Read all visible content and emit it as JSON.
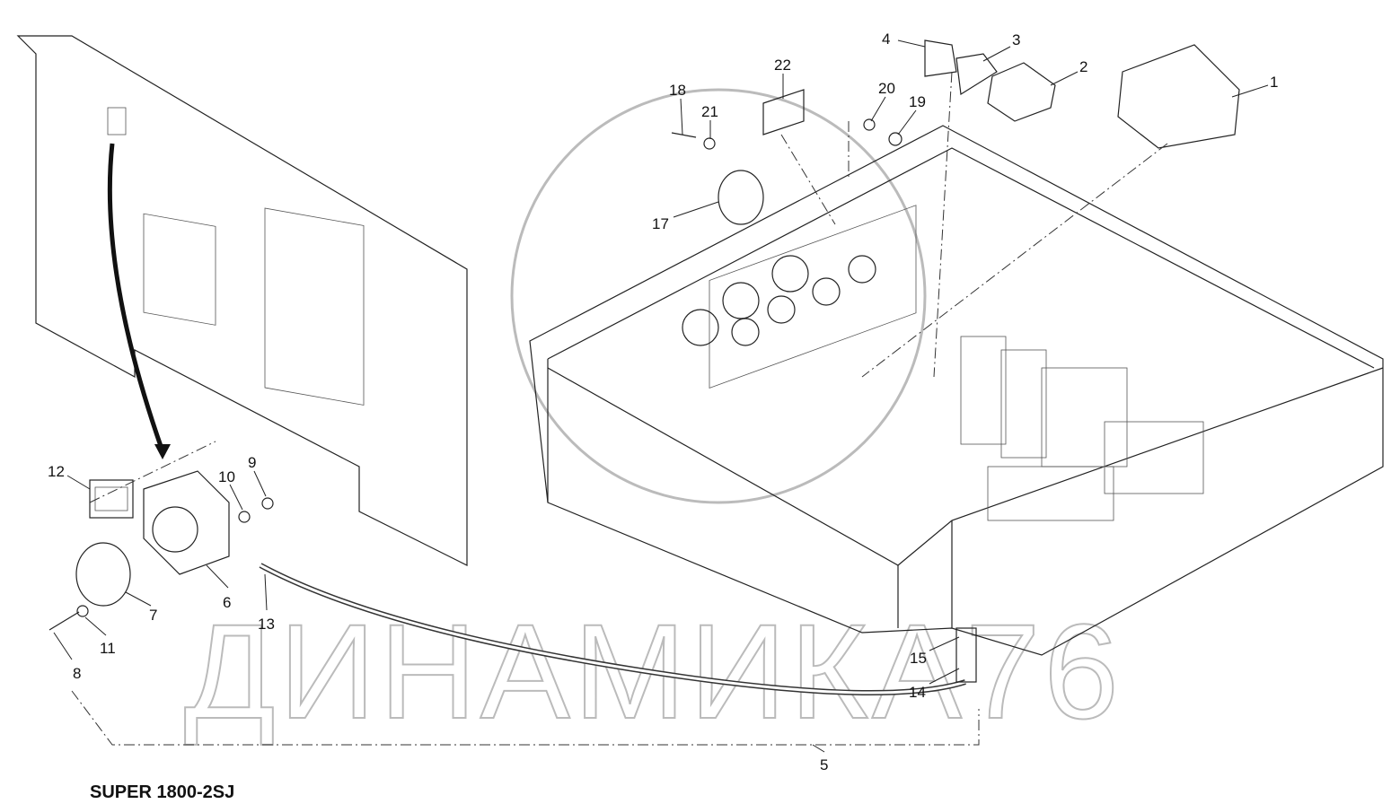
{
  "diagram": {
    "title": "SUPER 1800-2SJ",
    "watermark": "ДИНАМИКА76",
    "callouts": {
      "c1": "1",
      "c2": "2",
      "c3": "3",
      "c4": "4",
      "c5": "5",
      "c6": "6",
      "c7": "7",
      "c8": "8",
      "c9": "9",
      "c10": "10",
      "c11": "11",
      "c12": "12",
      "c13": "13",
      "c14": "14",
      "c15": "15",
      "c17": "17",
      "c18": "18",
      "c19": "19",
      "c20": "20",
      "c21": "21",
      "c22": "22"
    }
  }
}
